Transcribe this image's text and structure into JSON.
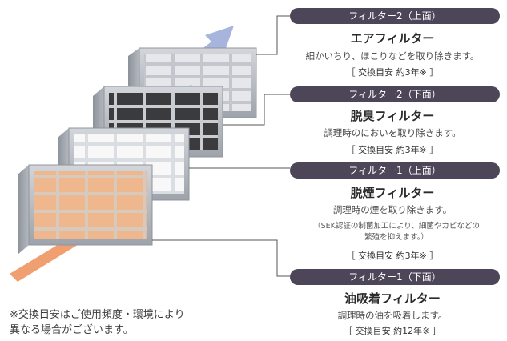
{
  "colors": {
    "pill_bg": "#4d4658",
    "orange": "#f0a070",
    "blue_arrow": "#a7b5dc",
    "frame": "#b8bcc3"
  },
  "filters": [
    {
      "label": "フィルター2（上面）",
      "name": "エアフィルター",
      "desc": "細かいちり、ほこりなどを取り除きます。",
      "interval": "［ 交換目安 約3年※ ］"
    },
    {
      "label": "フィルター2（下面）",
      "name": "脱臭フィルター",
      "desc": "調理時のにおいを取り除きます。",
      "interval": "［ 交換目安 約3年※ ］"
    },
    {
      "label": "フィルター1（上面）",
      "name": "脱煙フィルター",
      "desc": "調理時の煙を取り除きます。",
      "note_line1": "（SEK認証の制菌加工により、細菌やカビなどの",
      "note_line2": "繁殖を抑えます。）",
      "interval": "［ 交換目安 約3年※ ］"
    },
    {
      "label": "フィルター1（下面）",
      "name": "油吸着フィルター",
      "desc": "調理時の油を吸着します。",
      "interval": "［ 交換目安 約12年※ ］"
    }
  ],
  "footnote_line1": "※交換目安はご使用頻度・環境により",
  "footnote_line2": "異なる場合がございます。"
}
